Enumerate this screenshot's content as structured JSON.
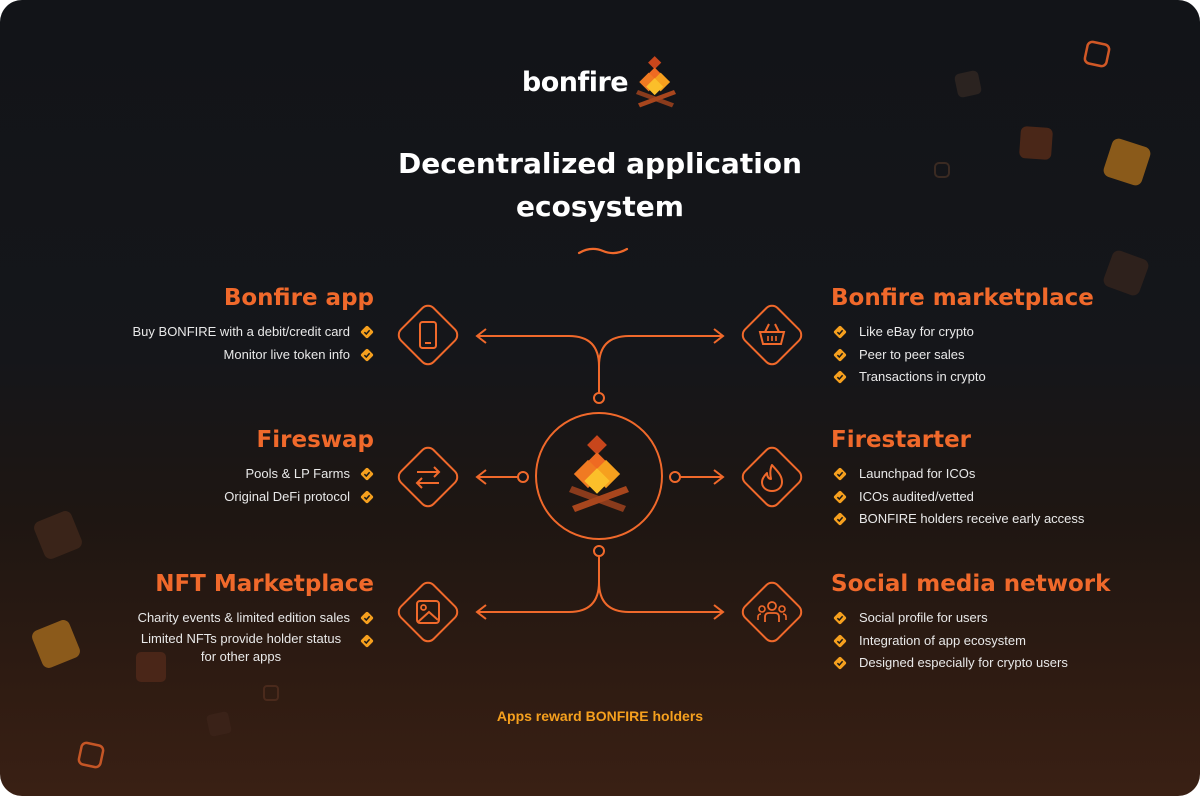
{
  "brand": {
    "name": "bonfire"
  },
  "headline": {
    "line1": "Decentralized application",
    "line2": "ecosystem"
  },
  "sections": {
    "bonfire_app": {
      "title": "Bonfire app",
      "icon": "smartphone-icon",
      "items": [
        "Buy BONFIRE with a debit/credit card",
        "Monitor live token info"
      ]
    },
    "fireswap": {
      "title": "Fireswap",
      "icon": "swap-arrows-icon",
      "items": [
        "Pools & LP Farms",
        "Original DeFi protocol"
      ]
    },
    "nft_marketplace": {
      "title": "NFT Marketplace",
      "icon": "image-icon",
      "items": [
        "Charity events & limited edition sales",
        "Limited NFTs provide holder status for other apps"
      ]
    },
    "bonfire_marketplace": {
      "title": "Bonfire marketplace",
      "icon": "basket-icon",
      "items": [
        "Like eBay for crypto",
        "Peer to peer sales",
        "Transactions in crypto"
      ]
    },
    "firestarter": {
      "title": "Firestarter",
      "icon": "flame-icon",
      "items": [
        "Launchpad for ICOs",
        "ICOs audited/vetted",
        "BONFIRE holders receive early access"
      ]
    },
    "social_media": {
      "title": "Social media network",
      "icon": "users-icon",
      "items": [
        "Social profile for users",
        "Integration of app ecosystem",
        "Designed especially for crypto users"
      ]
    }
  },
  "footer": {
    "text": "Apps reward BONFIRE holders"
  },
  "colors": {
    "accent": "#f0692b",
    "check": "#f6a01e",
    "footer": "#f6a01e",
    "background": "#141519"
  }
}
